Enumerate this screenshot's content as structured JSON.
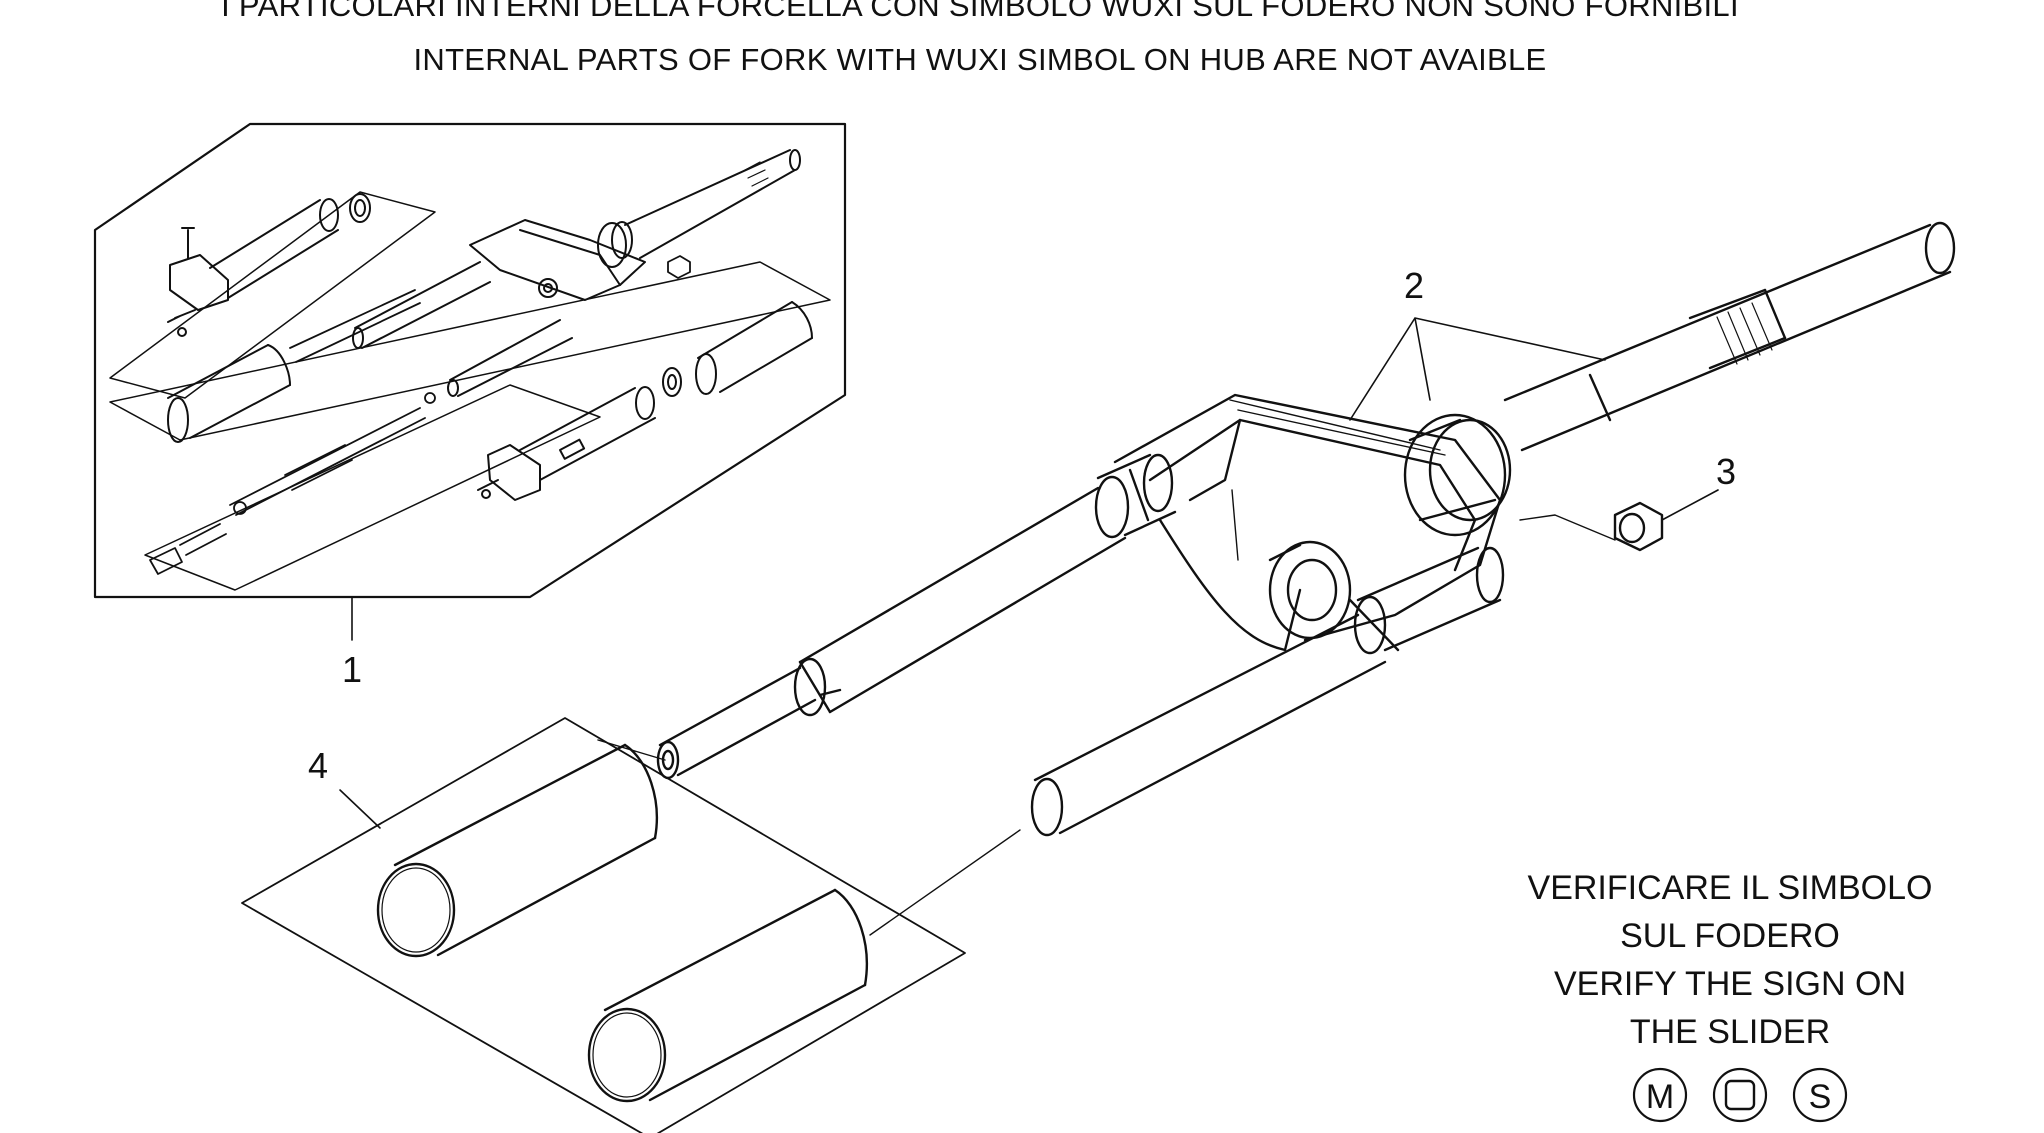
{
  "header": {
    "line_it": "I PARTICOLARI INTERNI DELLA FORCELLA CON SIMBOLO WUXI SUL FODERO NON SONO FORNIBILI",
    "line_en": "INTERNAL PARTS OF FORK WITH WUXI SIMBOL ON HUB ARE NOT AVAIBLE"
  },
  "callouts": {
    "c1": "1",
    "c2": "2",
    "c3": "3",
    "c4": "4"
  },
  "note": {
    "line1": "VERIFICARE IL SIMBOLO",
    "line2": "SUL FODERO",
    "line3": "VERIFY THE SIGN ON",
    "line4": "THE SLIDER"
  },
  "symbols": {
    "m": "M",
    "s": "S"
  }
}
